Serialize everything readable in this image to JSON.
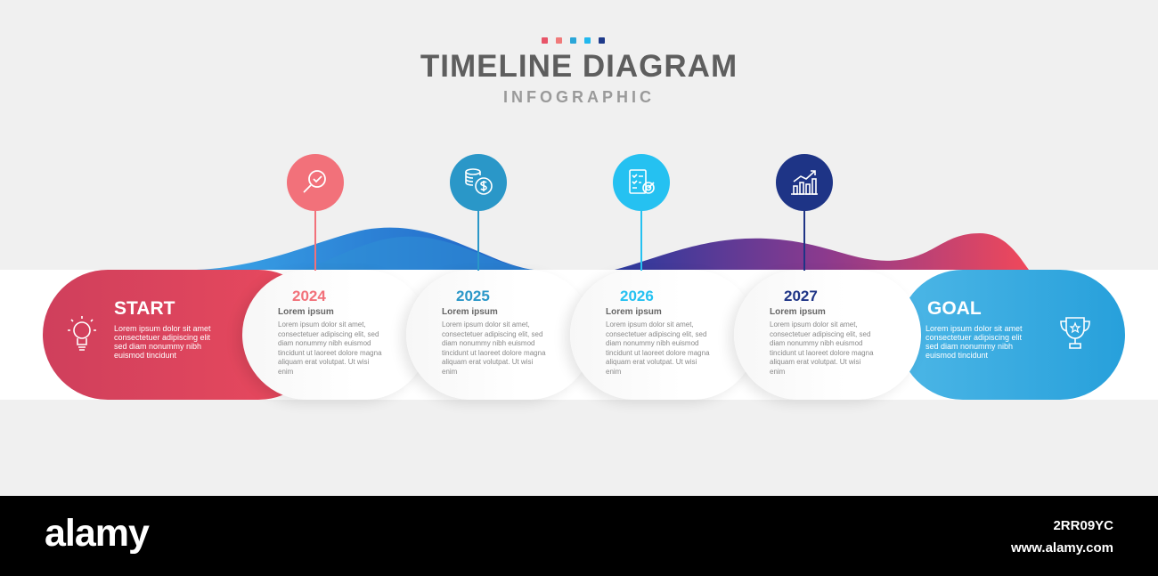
{
  "header": {
    "title": "TIMELINE DIAGRAM",
    "subtitle": "INFOGRAPHIC",
    "dot_colors": [
      "#e85468",
      "#f07a7a",
      "#2aa6d8",
      "#22b8ee",
      "#1e3a8a"
    ]
  },
  "start": {
    "label": "START",
    "text": "Lorem ipsum dolor sit amet consectetuer adipiscing elit sed diam nonummy nibh euismod tincidunt",
    "icon": "lightbulb-icon",
    "color": "#dd3f5e"
  },
  "goal": {
    "label": "GOAL",
    "text": "Lorem ipsum dolor sit amet consectetuer adipiscing elit sed diam nonummy nibh euismod tincidunt",
    "icon": "trophy-icon",
    "color": "#2ea3dc"
  },
  "steps": [
    {
      "year": "2024",
      "subtitle": "Lorem ipsum",
      "text": "Lorem ipsum dolor sit amet, consectetuer adipiscing elit, sed diam nonummy nibh euismod tincidunt ut laoreet dolore magna aliquam erat volutpat. Ut wisi enim",
      "icon": "search-check-icon",
      "color": "#f2717a"
    },
    {
      "year": "2025",
      "subtitle": "Lorem ipsum",
      "text": "Lorem ipsum dolor sit amet, consectetuer adipiscing elit, sed diam nonummy nibh euismod tincidunt ut laoreet dolore magna aliquam erat volutpat. Ut wisi enim",
      "icon": "coins-dollar-icon",
      "color": "#2a97c8"
    },
    {
      "year": "2026",
      "subtitle": "Lorem ipsum",
      "text": "Lorem ipsum dolor sit amet, consectetuer adipiscing elit, sed diam nonummy nibh euismod tincidunt ut laoreet dolore magna aliquam erat volutpat. Ut wisi enim",
      "icon": "checklist-target-icon",
      "color": "#25c1f1"
    },
    {
      "year": "2027",
      "subtitle": "Lorem ipsum",
      "text": "Lorem ipsum dolor sit amet, consectetuer adipiscing elit, sed diam nonummy nibh euismod tincidunt ut laoreet dolore magna aliquam erat volutpat. Ut wisi enim",
      "icon": "growth-chart-icon",
      "color": "#1e3486"
    }
  ],
  "footer": {
    "brand": "alamy",
    "image_id": "2RR09YC",
    "url": "www.alamy.com"
  }
}
